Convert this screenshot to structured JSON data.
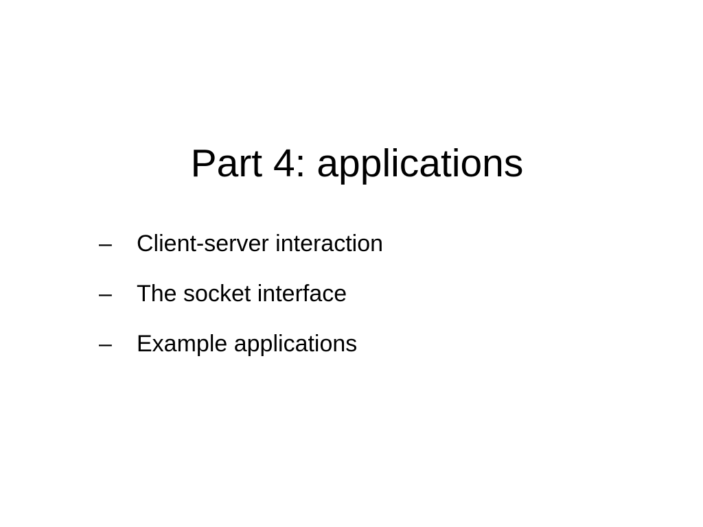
{
  "slide": {
    "title": "Part 4: applications",
    "bullet_marker": "–",
    "bullets": [
      "Client-server interaction",
      "The socket interface",
      "Example applications"
    ]
  }
}
